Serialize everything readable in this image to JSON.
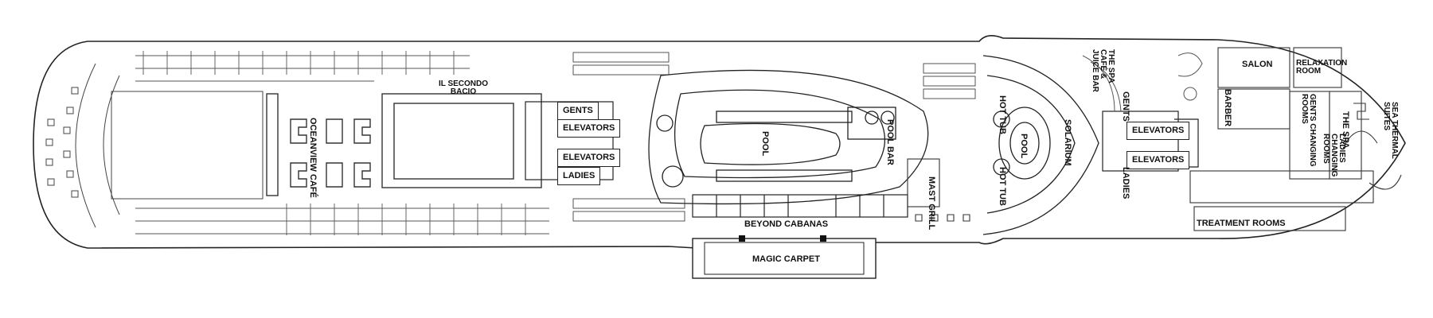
{
  "deck_plan": {
    "labels": {
      "il_secondo_bacio": "IL SECONDO BACIO",
      "oceanview_cafe": "OCEANVIEW CAFÉ",
      "gents_fwd": "GENTS",
      "elevators_fwd_top": "ELEVATORS",
      "elevators_fwd_bottom": "ELEVATORS",
      "ladies_fwd": "LADIES",
      "pool": "POOL",
      "pool_bar": "POOL BAR",
      "beyond_cabanas": "BEYOND CABANAS",
      "magic_carpet": "MAGIC CARPET",
      "mast_grill": "MAST GRILL",
      "hot_tub_top": "HOT TUB",
      "hot_tub_bottom": "HOT TUB",
      "solarium_pool": "POOL",
      "solarium": "SOLARIUM",
      "spa_cafe": "THE SPA CAFÉ & JUICE BAR",
      "gents_aft": "GENTS",
      "elevators_aft_top": "ELEVATORS",
      "elevators_aft_bottom": "ELEVATORS",
      "ladies_aft": "LADIES",
      "salon": "SALON",
      "relaxation_room": "RELAXATION ROOM",
      "barber": "BARBER",
      "gents_changing": "GENTS CHANGING ROOMS",
      "ladies_changing": "LADIES CHANGING ROOMS",
      "the_spa": "THE SPA",
      "sea_thermal_suites": "SEA THERMAL SUITES",
      "treatment_rooms": "TREATMENT ROOMS"
    },
    "colors": {
      "line": "#222222",
      "shade": "#e6e6e6",
      "background": "#ffffff"
    }
  }
}
